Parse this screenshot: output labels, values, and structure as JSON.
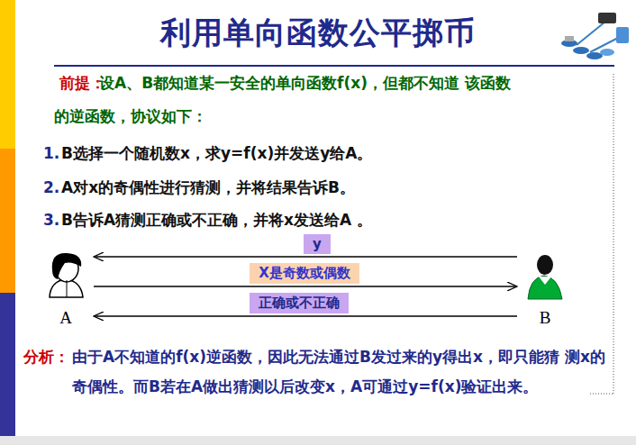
{
  "diagram": {
    "title": "利用单向函数公平掷币",
    "nodes": [
      {
        "text": [
          "A"
        ]
      },
      {
        "text": [
          "B"
        ]
      }
    ],
    "edges": [
      {
        "from": 1,
        "to": 0,
        "arrow": "to",
        "label": "y"
      },
      {
        "from": 0,
        "to": 1,
        "arrow": "to",
        "label": "X是奇数或偶数"
      },
      {
        "from": 1,
        "to": 0,
        "arrow": "to",
        "label": "正确或不正确"
      }
    ],
    "labels": [
      "前提：",
      "设A、B都知道某一安全的单向函数f(x)，但都不知道 该函数的逆函数，协议如下：",
      "1.",
      "B选择一个随机数x，求y=f(x)并发送y给A。",
      "2.",
      "A对x的奇偶性进行猜测，并将结果告诉B。",
      "3.",
      "B告诉A猜测正确或不正确，并将x发送给A 。",
      "分析：",
      "由于A不知道的f(x)逆函数，因此无法通过B发过来的y得出x，即只能猜 测x的奇偶性。而B若在A做出猜测以后改变x，A可通过y=f(x)验证出来。"
    ]
  }
}
